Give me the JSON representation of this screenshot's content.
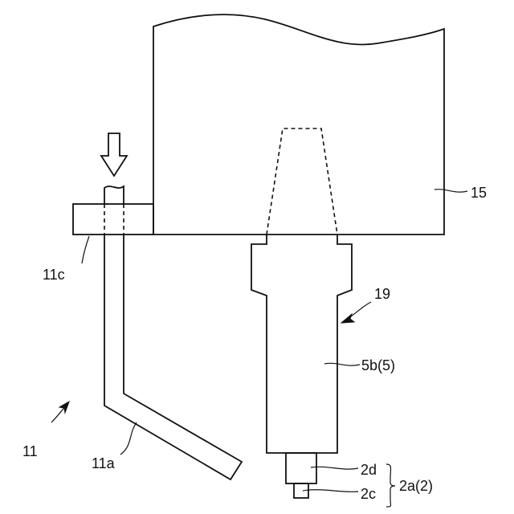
{
  "labels": {
    "part_15": "15",
    "part_19": "19",
    "part_5b": "5b(5)",
    "part_11c": "11c",
    "part_11": "11",
    "part_11a": "11a",
    "part_2d": "2d",
    "part_2c": "2c",
    "part_2a": "2a(2)"
  }
}
